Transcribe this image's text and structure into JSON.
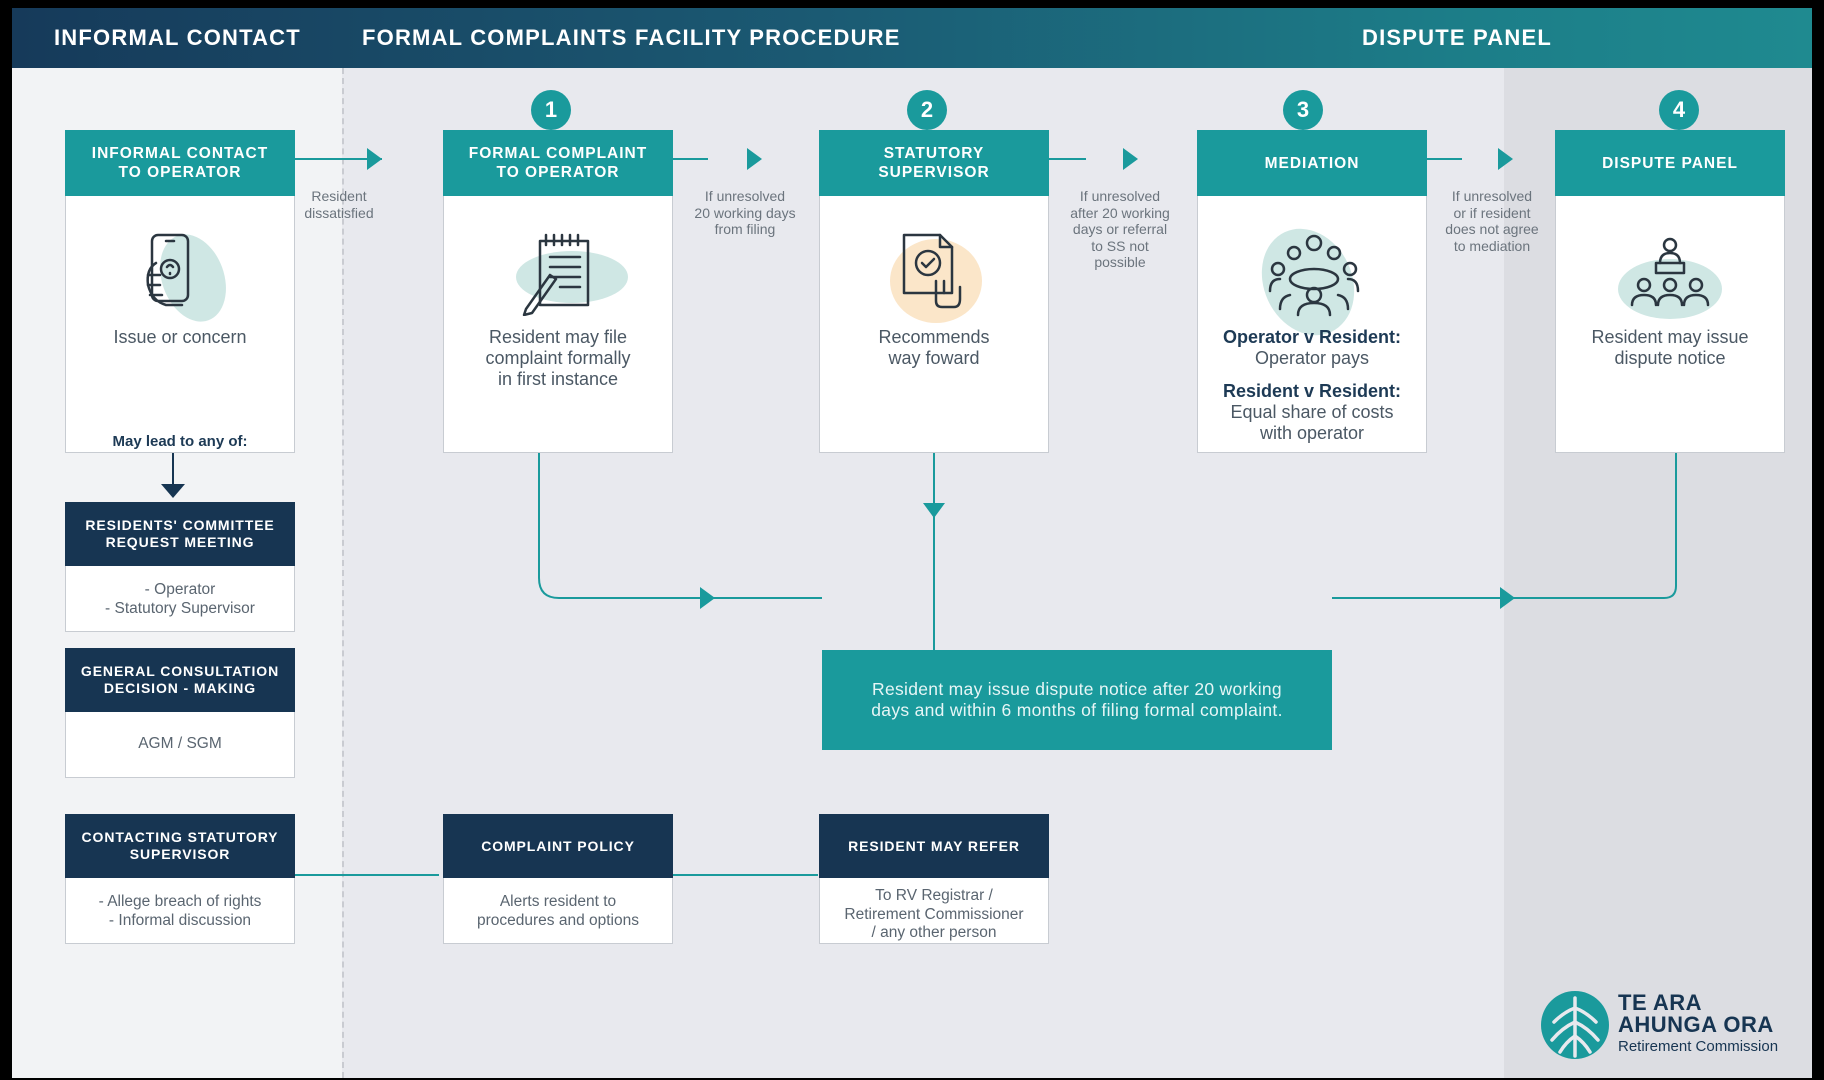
{
  "header": {
    "informal": "INFORMAL CONTACT",
    "formal": "FORMAL COMPLAINTS FACILITY PROCEDURE",
    "dispute": "DISPUTE PANEL"
  },
  "steps": [
    {
      "head": "INFORMAL CONTACT\nTO OPERATOR",
      "icon": "phone-hand-icon",
      "body": "Issue or concern",
      "footer": "May lead to any of:"
    },
    {
      "number": "1",
      "head": "FORMAL COMPLAINT\nTO OPERATOR",
      "icon": "notepad-pencil-icon",
      "body": "Resident may file\ncomplaint formally\nin first instance"
    },
    {
      "number": "2",
      "head": "STATUTORY\nSUPERVISOR",
      "icon": "document-check-icon",
      "body": "Recommends\nway foward"
    },
    {
      "number": "3",
      "head": "MEDIATION",
      "icon": "meeting-table-icon",
      "body_a_strong": "Operator v Resident:",
      "body_a": "Operator pays",
      "body_b_strong": "Resident v Resident:",
      "body_b": "Equal share of costs\nwith operator"
    },
    {
      "number": "4",
      "head": "DISPUTE PANEL",
      "icon": "panel-podium-icon",
      "body": "Resident may issue\ndispute notice"
    }
  ],
  "transitions": [
    "Resident\ndissatisfied",
    "If unresolved\n20 working days\nfrom filing",
    "If unresolved\nafter 20 working\ndays or referral\nto SS not\npossible",
    "If unresolved\nor if resident\ndoes not agree\nto mediation"
  ],
  "options": [
    {
      "head": "RESIDENTS' COMMITTEE\nREQUEST MEETING",
      "body": "- Operator\n- Statutory Supervisor"
    },
    {
      "head": "GENERAL CONSULTATION\nDECISION - MAKING",
      "body": "AGM / SGM"
    },
    {
      "head": "CONTACTING STATUTORY\nSUPERVISOR",
      "body": "- Allege breach of rights\n- Informal discussion"
    }
  ],
  "bottom_row": [
    {
      "head": "COMPLAINT POLICY",
      "body": "Alerts resident to\nprocedures and options"
    },
    {
      "head": "RESIDENT MAY REFER",
      "body": "To RV Registrar /\nRetirement Commissioner\n/ any other person"
    }
  ],
  "dispute_notice": "Resident may issue dispute notice after 20 working\ndays and within 6 months of filing formal complaint.",
  "logo": {
    "title": "TE ARA\nAHUNGA ORA",
    "subtitle": "Retirement Commission",
    "icon": "fern-logo-icon"
  },
  "colors": {
    "teal": "#1a9a9c",
    "navy": "#173552",
    "line": "#1a9a9c"
  }
}
